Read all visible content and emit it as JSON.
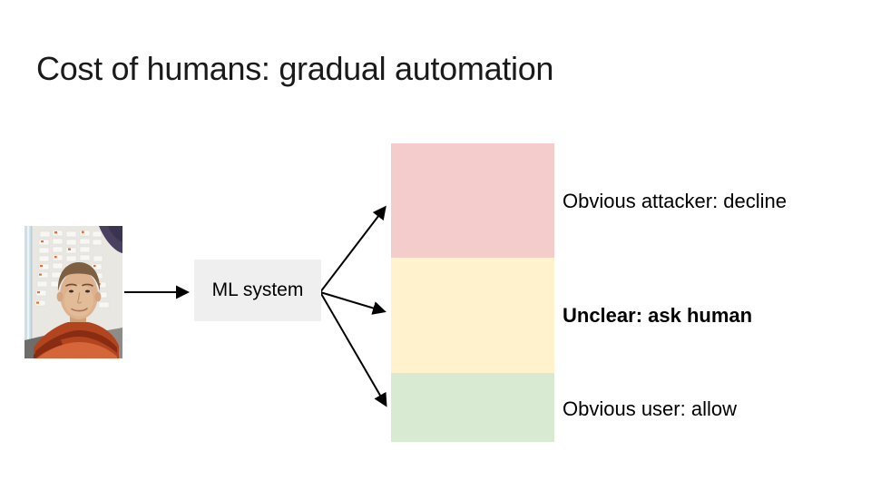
{
  "slide": {
    "title": "Cost of humans: gradual automation",
    "background": "#ffffff"
  },
  "diagram": {
    "photo": {
      "description": "selfie of a man in an orange striped shirt in front of a whiteboard with sticky notes"
    },
    "ml_box": {
      "label": "ML system",
      "bg": "#efefef"
    },
    "outcomes": [
      {
        "label": "Obvious attacker: decline",
        "color": "#f4cccc",
        "emphasis": false
      },
      {
        "label": "Unclear: ask human",
        "color": "#fff2cc",
        "emphasis": true
      },
      {
        "label": "Obvious user: allow",
        "color": "#d9ead3",
        "emphasis": false
      }
    ],
    "arrow_color": "#000000"
  }
}
